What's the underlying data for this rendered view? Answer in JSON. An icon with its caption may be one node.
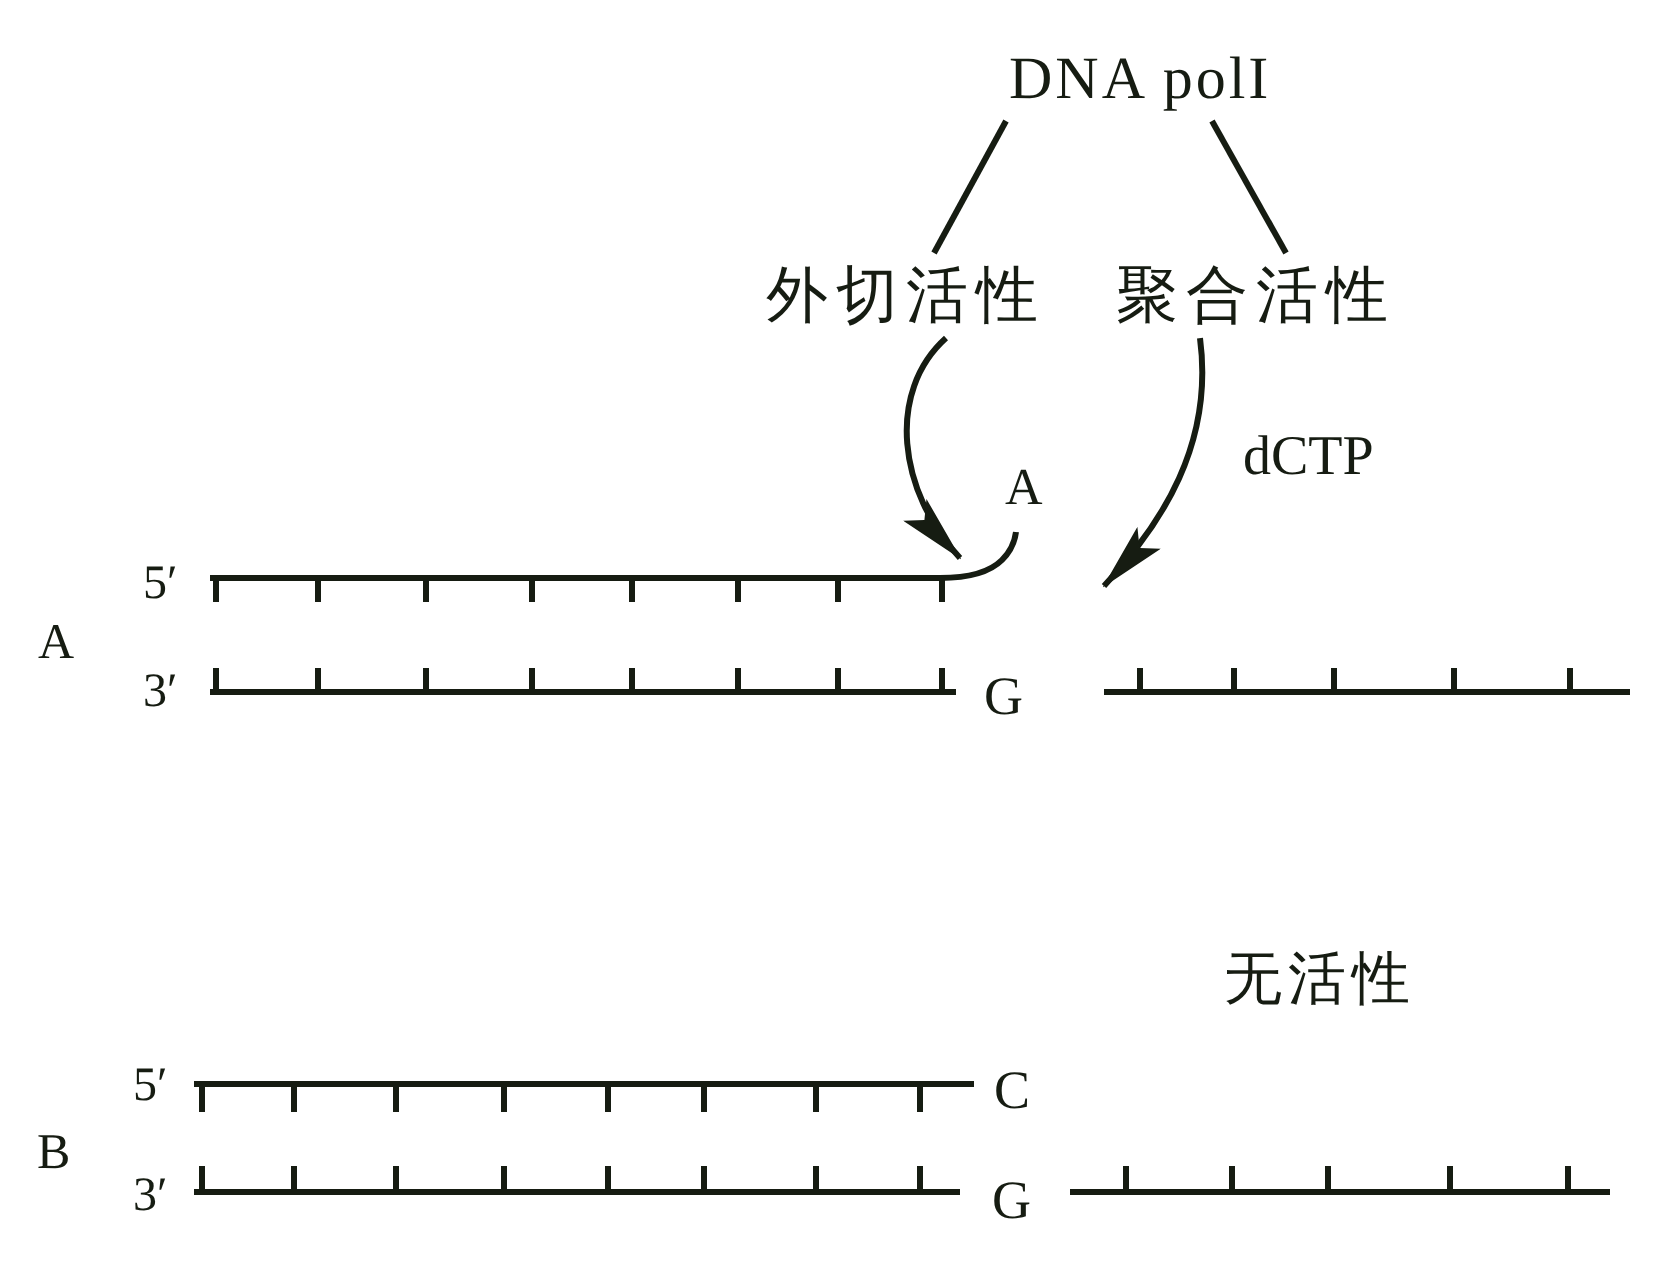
{
  "diagram": {
    "nodes": [
      {
        "text": [
          "DNA polI"
        ]
      },
      {
        "text": [
          "外切活性"
        ]
      },
      {
        "text": [
          "聚合活性"
        ]
      }
    ],
    "edges": [
      {
        "from": 0,
        "to": 1,
        "arrow": "none"
      },
      {
        "from": 0,
        "to": 2,
        "arrow": "none"
      },
      {
        "from": 1,
        "to": null,
        "arrow": "to"
      },
      {
        "from": 2,
        "to": null,
        "arrow": "to",
        "label": "dCTP"
      }
    ],
    "labels": [
      "A",
      "5′",
      "A",
      "3′",
      "G",
      "无活性",
      "5′",
      "C",
      "B",
      "3′",
      "G"
    ]
  }
}
